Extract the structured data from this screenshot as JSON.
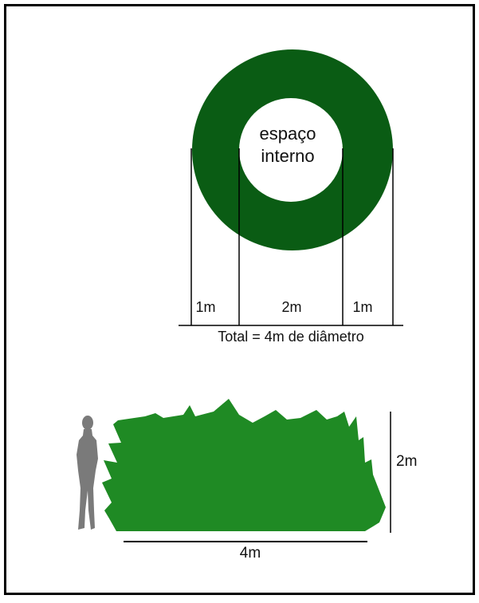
{
  "ring": {
    "inner_label_line1": "espaço",
    "inner_label_line2": "interno",
    "color": "#0a5c14"
  },
  "dimensions": {
    "left_ring_width": "1m",
    "inner_diameter": "2m",
    "right_ring_width": "1m",
    "total_caption": "Total = 4m de diâmetro"
  },
  "shrub": {
    "height_label": "2m",
    "width_label": "4m",
    "color": "#1f8a24",
    "person_color": "#7a7a7a"
  }
}
